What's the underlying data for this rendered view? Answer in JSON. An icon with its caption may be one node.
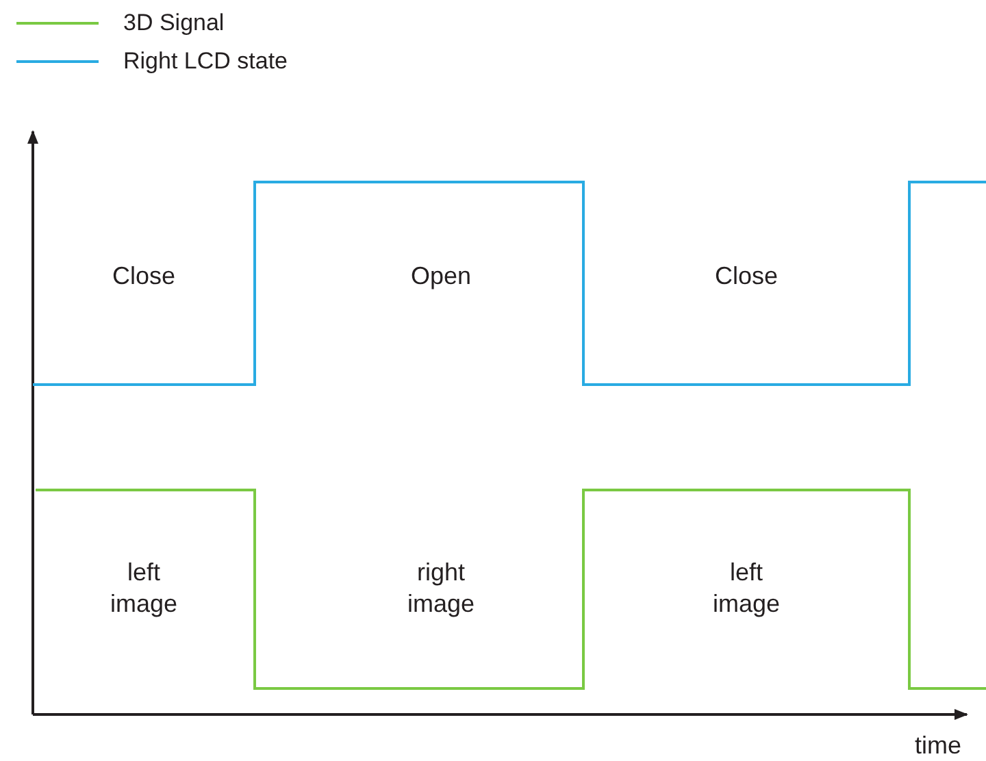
{
  "diagram": {
    "labels": [
      "Close",
      "Open",
      "Close",
      "left image",
      "right image",
      "left image",
      "time"
    ],
    "legend": [
      {
        "text": "3D Signal",
        "color": "#7ac943"
      },
      {
        "text": "Right LCD state",
        "color": "#29abe2"
      }
    ]
  }
}
